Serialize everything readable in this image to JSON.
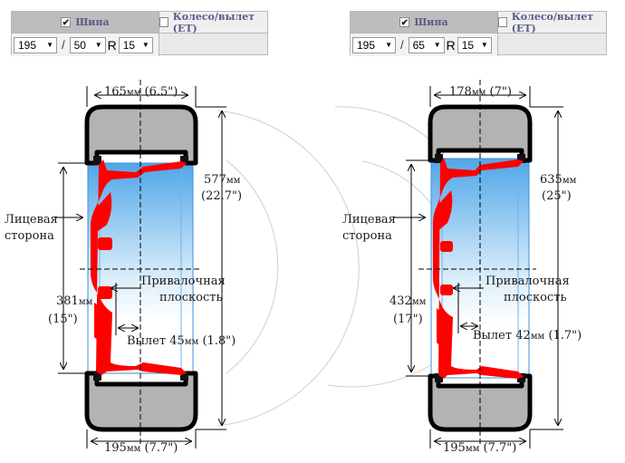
{
  "panels": [
    {
      "tire_tab": "Шина",
      "wheel_tab": "Колесо/вылет (ET)",
      "tire_checked": true,
      "width": "195",
      "profile": "50",
      "r_label": "R",
      "rim": "15",
      "separator": "/"
    },
    {
      "tire_tab": "Шина",
      "wheel_tab": "Колесо/вылет (ET)",
      "tire_checked": true,
      "width": "195",
      "profile": "65",
      "r_label": "R",
      "rim": "15",
      "separator": "/"
    }
  ],
  "diagrams": [
    {
      "top_width_value": "165",
      "top_width_unit": "мм",
      "top_width_inch": "(6.5\")",
      "diameter_value": "577",
      "diameter_unit": "мм",
      "diameter_inch": "(22.7\")",
      "face_label_1": "Лицевая",
      "face_label_2": "сторона",
      "mount_label_1": "Привалочная",
      "mount_label_2": "плоскость",
      "rim_value": "381",
      "rim_unit": "мм",
      "rim_inch": "(15\")",
      "offset_label": "Вылет",
      "offset_value": "45",
      "offset_unit": "мм",
      "offset_inch": "(1.8\")",
      "bottom_width_value": "195",
      "bottom_width_unit": "мм",
      "bottom_width_inch": "(7.7\")"
    },
    {
      "top_width_value": "178",
      "top_width_unit": "мм",
      "top_width_inch": "(7\")",
      "diameter_value": "635",
      "diameter_unit": "мм",
      "diameter_inch": "(25\")",
      "face_label_1": "Лицевая",
      "face_label_2": "сторона",
      "mount_label_1": "Привалочная",
      "mount_label_2": "плоскость",
      "rim_value": "432",
      "rim_unit": "мм",
      "rim_inch": "(17\")",
      "offset_label": "Вылет",
      "offset_value": "42",
      "offset_unit": "мм",
      "offset_inch": "(1.7\")",
      "bottom_width_value": "195",
      "bottom_width_unit": "мм",
      "bottom_width_inch": "(7.7\")"
    }
  ],
  "colors": {
    "tire_fill": "#b3b3b3",
    "tire_stroke": "#000000",
    "rim_red": "#ff0000",
    "rim_blue_edge": "#5aa9e6",
    "rim_blue_center": "#ffffff",
    "dim_line": "#000000",
    "arc_gray": "#c8c8c8"
  }
}
